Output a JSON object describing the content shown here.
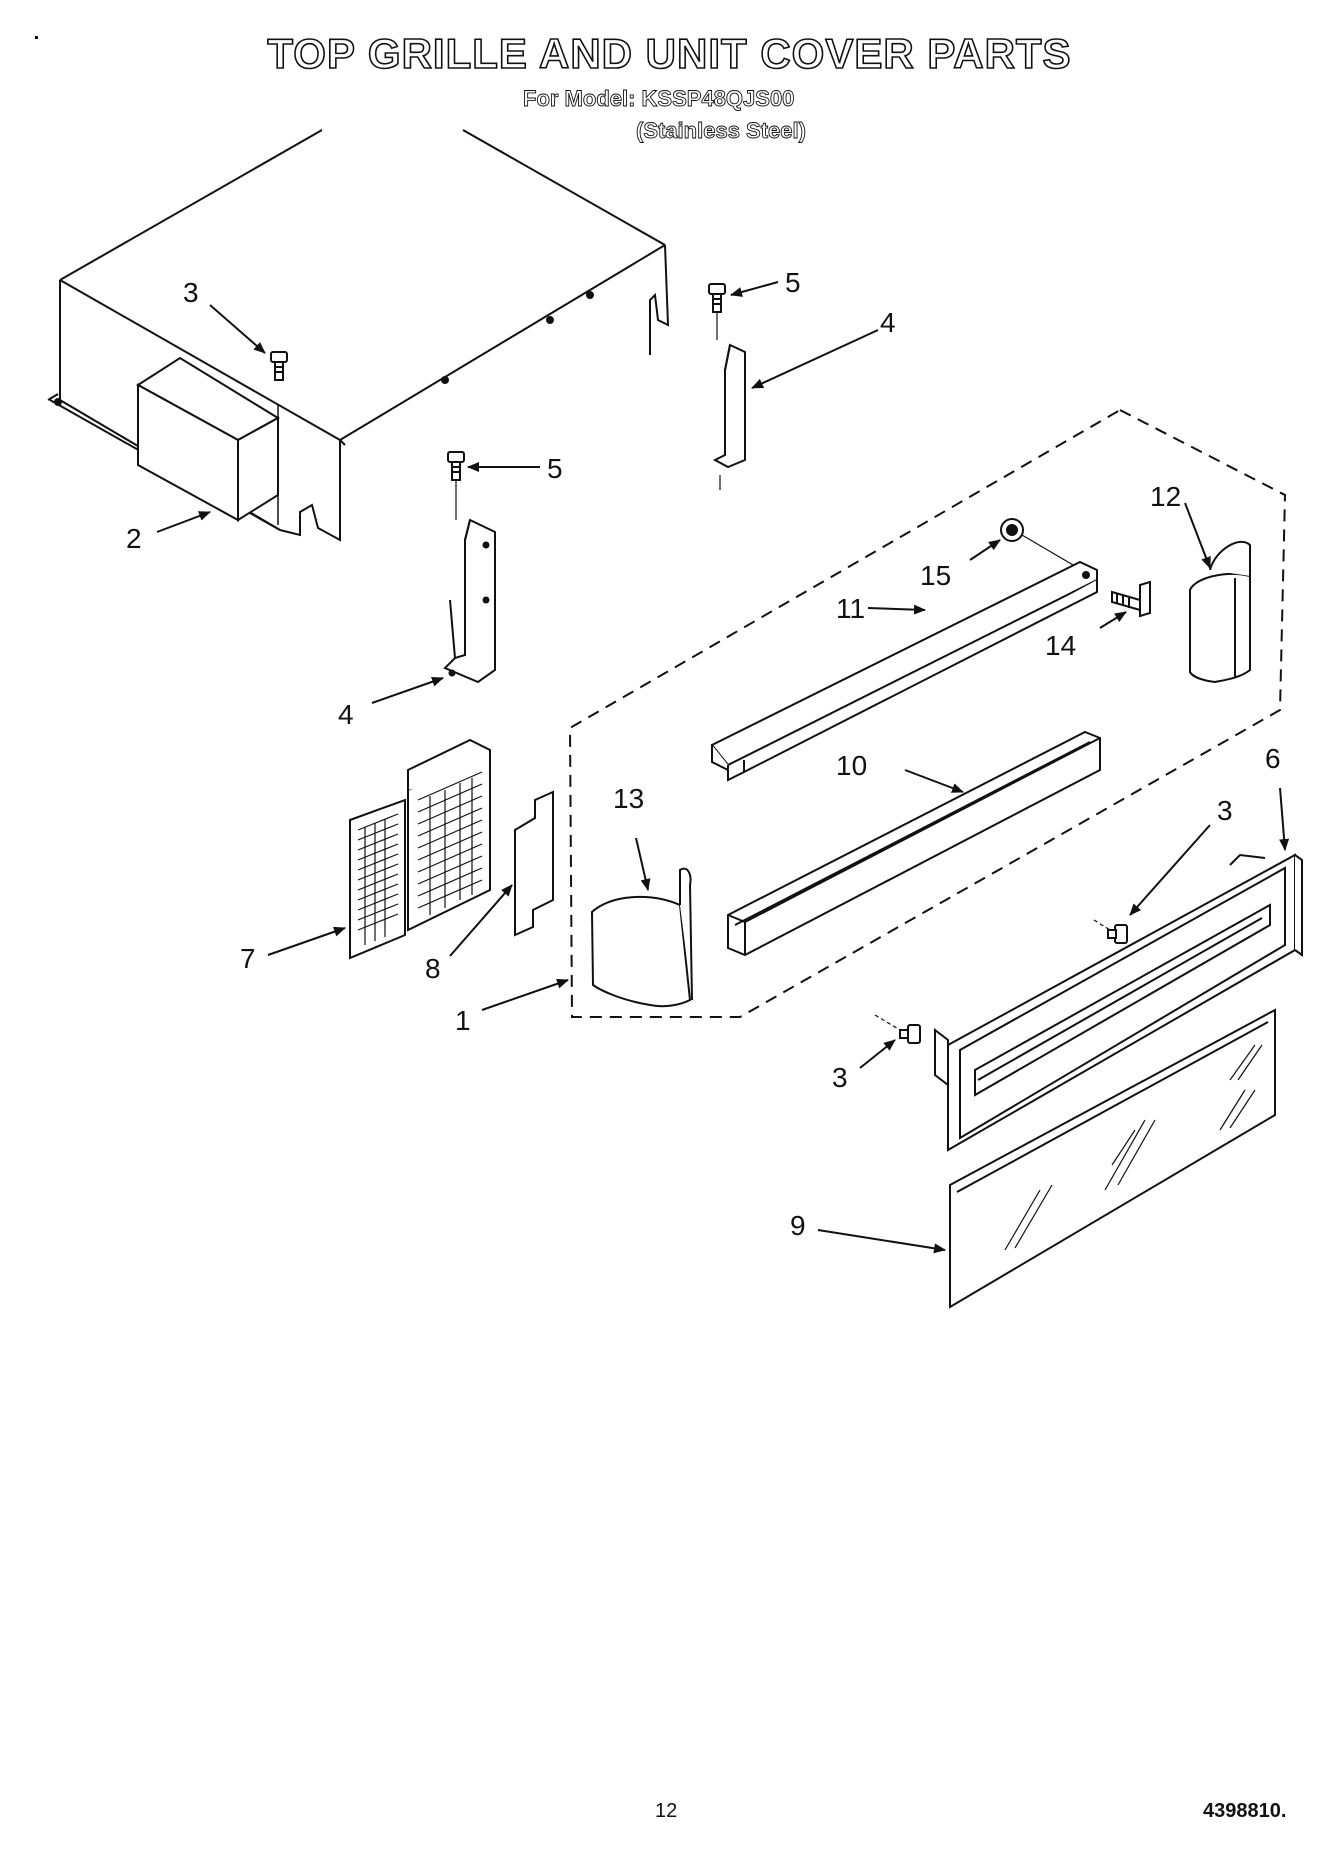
{
  "header": {
    "title": "TOP GRILLE AND UNIT COVER PARTS",
    "model_line": "For Model: KSSP48QJS00",
    "variant_line": "(Stainless Steel)"
  },
  "callouts": {
    "c1": "1",
    "c2": "2",
    "c3a": "3",
    "c3b": "3",
    "c3c": "3",
    "c4a": "4",
    "c4b": "4",
    "c5a": "5",
    "c5b": "5",
    "c6": "6",
    "c7": "7",
    "c8": "8",
    "c9": "9",
    "c10": "10",
    "c11": "11",
    "c12": "12",
    "c13": "13",
    "c14": "14",
    "c15": "15"
  },
  "footer": {
    "page_number": "12",
    "document_number": "4398810."
  }
}
